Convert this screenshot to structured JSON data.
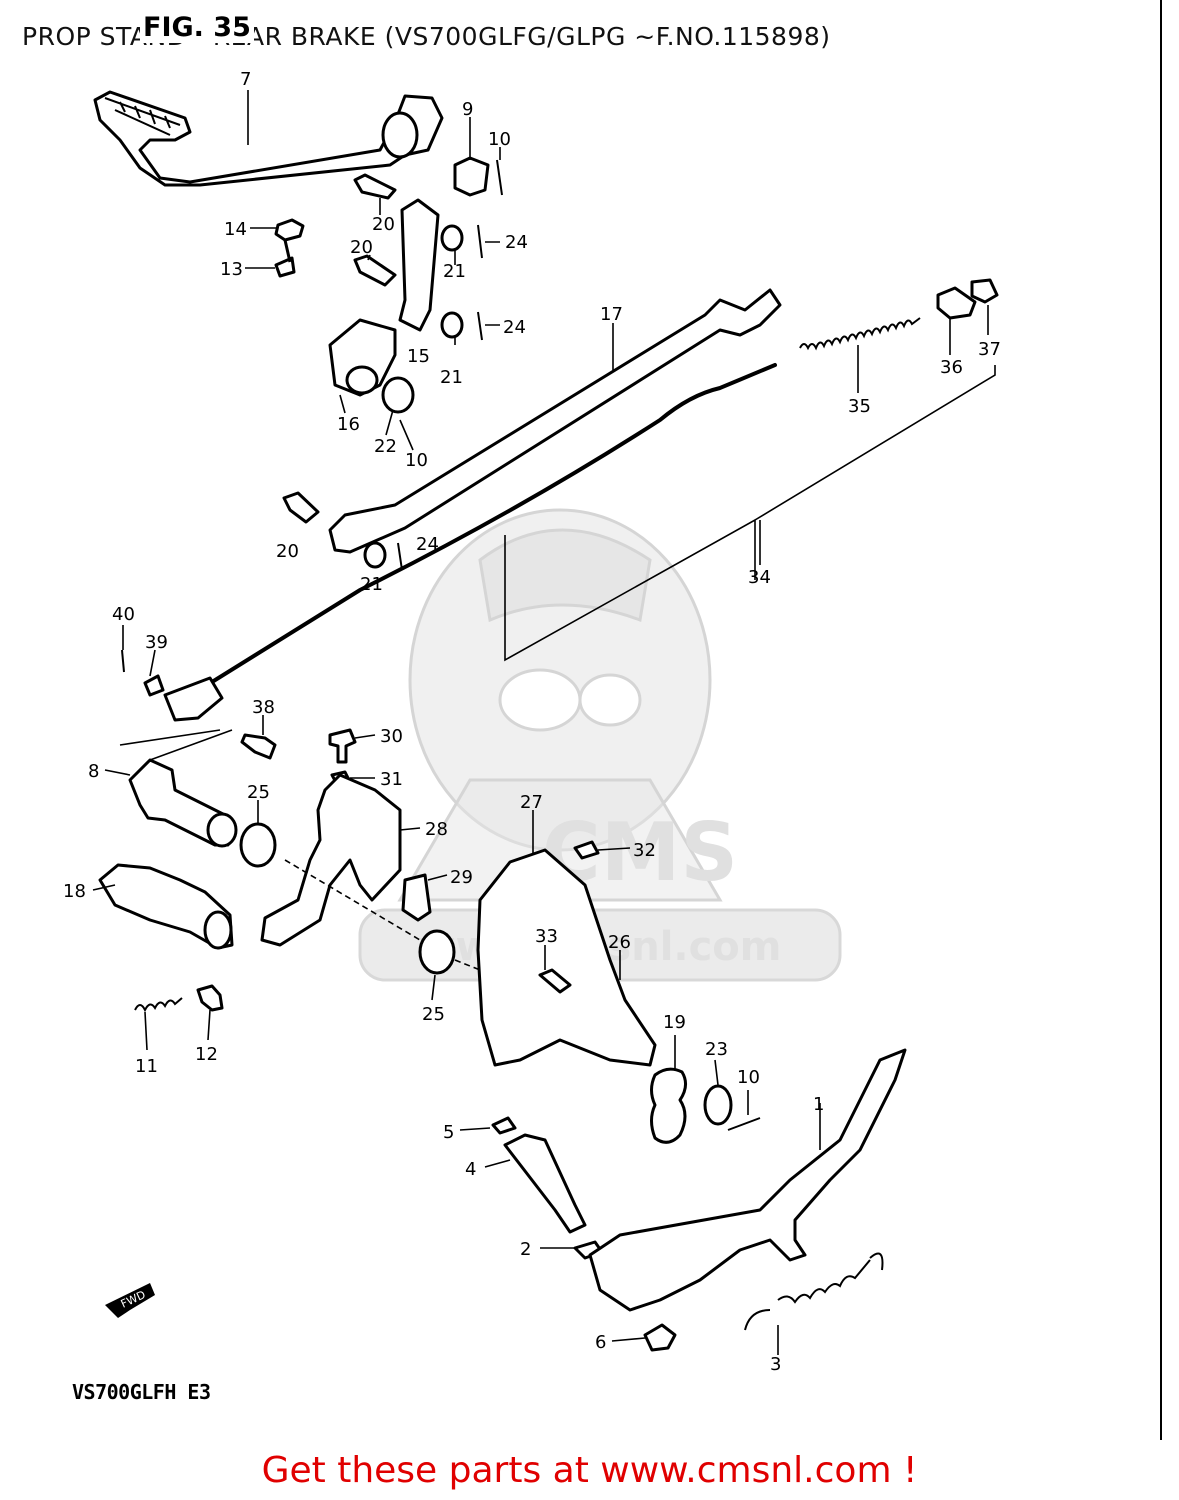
{
  "header": {
    "page_title": "PROP STAND - REAR BRAKE (VS700GLFG/GLPG ~F.NO.115898)",
    "fig_label": "FIG. 35"
  },
  "diagram": {
    "model_code": "VS700GLFH E3",
    "fwd_arrow_label": "FWD",
    "watermark": {
      "brand": "CMS",
      "url": "www.cmsnl.com"
    },
    "callouts": [
      "7",
      "9",
      "10",
      "14",
      "20",
      "24",
      "13",
      "21",
      "15",
      "17",
      "16",
      "22",
      "36",
      "37",
      "35",
      "34",
      "40",
      "39",
      "38",
      "30",
      "31",
      "8",
      "25",
      "28",
      "27",
      "32",
      "18",
      "29",
      "33",
      "26",
      "11",
      "12",
      "19",
      "23",
      "1",
      "5",
      "4",
      "2",
      "6",
      "3"
    ]
  },
  "footer": {
    "link_text": "Get these parts at www.cmsnl.com !",
    "link_color": "#e00000"
  }
}
